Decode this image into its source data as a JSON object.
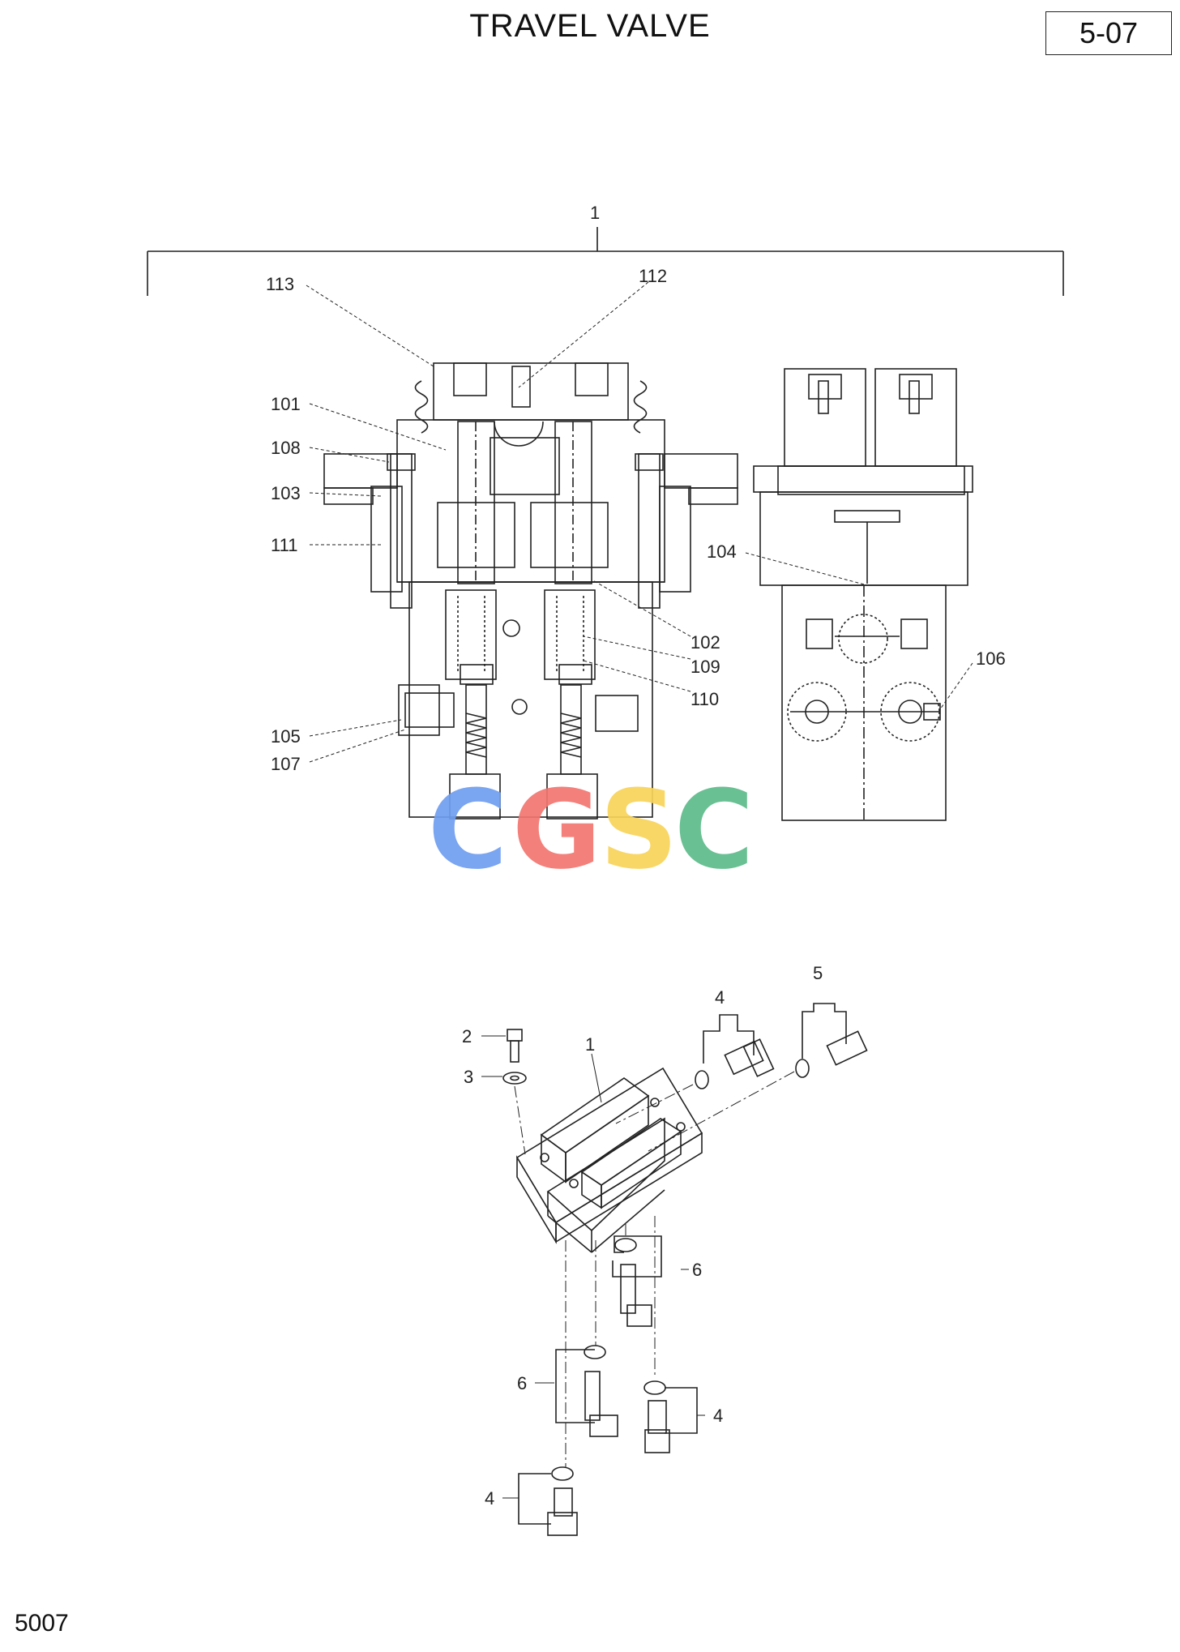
{
  "title": "TRAVEL VALVE",
  "page_number": "5-07",
  "footer_code": "5007",
  "watermark": {
    "letters": [
      "C",
      "G",
      "S",
      "C"
    ],
    "colors": [
      "#6f9ef0",
      "#f2766f",
      "#f8d45a",
      "#5dbb8a"
    ]
  },
  "upper_view": {
    "assembly_label": "1",
    "callouts": [
      "113",
      "112",
      "101",
      "108",
      "103",
      "111",
      "104",
      "102",
      "109",
      "110",
      "106",
      "105",
      "107"
    ]
  },
  "lower_view": {
    "callouts": [
      "2",
      "3",
      "1",
      "4",
      "5",
      "6",
      "6",
      "4",
      "4"
    ]
  }
}
